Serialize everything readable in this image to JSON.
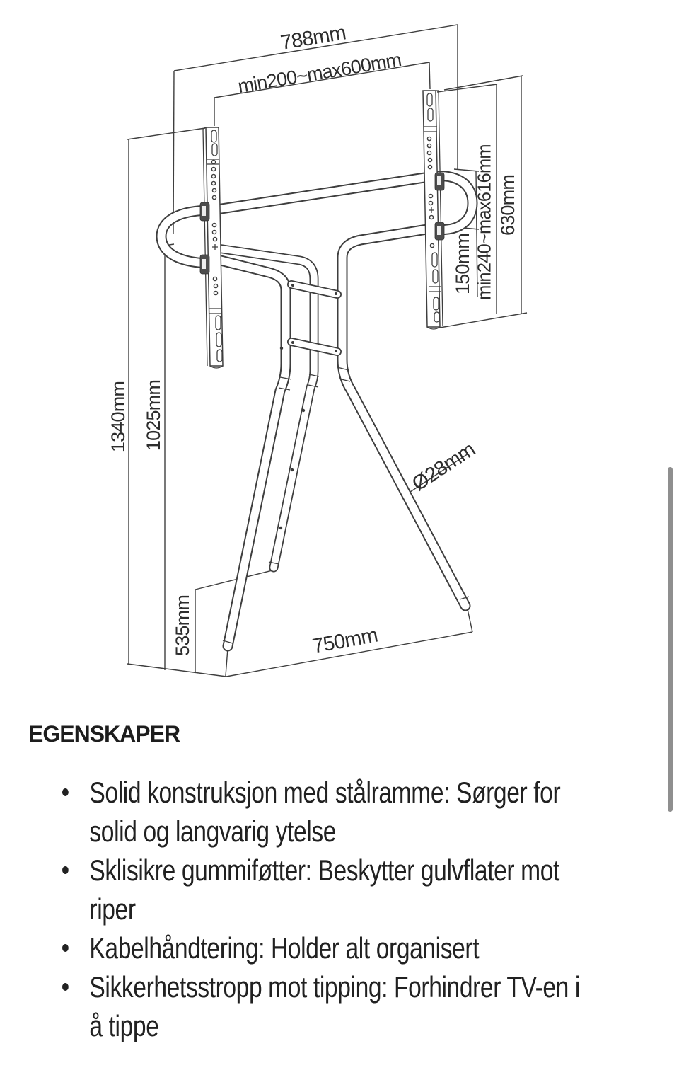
{
  "diagram": {
    "dimensions": {
      "top_width": "788mm",
      "mount_width_range": "min200~max600mm",
      "crossbar_spacing": "150mm",
      "mount_height_range": "min240~max616mm",
      "bracket_height": "630mm",
      "total_height": "1340mm",
      "mid_height": "1025mm",
      "rear_leg_height": "535mm",
      "base_depth": "750mm",
      "tube_diameter": "Ø28mm"
    }
  },
  "features": {
    "heading": "EGENSKAPER",
    "items": [
      {
        "lines": [
          "Solid konstruksjon med stålramme: Sørger for",
          "solid og langvarig ytelse"
        ]
      },
      {
        "lines": [
          "Sklisikre gummiføtter: Beskytter gulvflater mot",
          "riper"
        ]
      },
      {
        "lines": [
          "Kabelhåndtering: Holder alt organisert"
        ]
      },
      {
        "lines": [
          "Sikkerhetsstropp mot tipping: Forhindrer TV-en i",
          "å tippe"
        ]
      }
    ]
  },
  "colors": {
    "text": "#212121",
    "line": "#3e3e3e",
    "scrollbar": "#8f8f8f",
    "background": "#ffffff"
  }
}
